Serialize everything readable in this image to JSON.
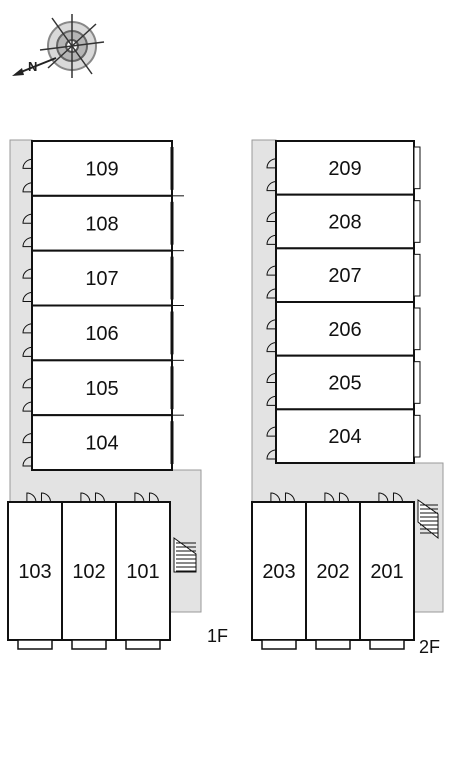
{
  "compass": {
    "letter": "N",
    "icon": "compass-icon"
  },
  "colors": {
    "corridor": "#e3e3e3",
    "wall": "#111111",
    "background": "#ffffff"
  },
  "floor1": {
    "label": "1F",
    "row_units": [
      "109",
      "108",
      "107",
      "106",
      "105",
      "104"
    ],
    "bottom_units": [
      "103",
      "102",
      "101"
    ]
  },
  "floor2": {
    "label": "2F",
    "row_units": [
      "209",
      "208",
      "207",
      "206",
      "205",
      "204"
    ],
    "bottom_units": [
      "203",
      "202",
      "201"
    ]
  }
}
